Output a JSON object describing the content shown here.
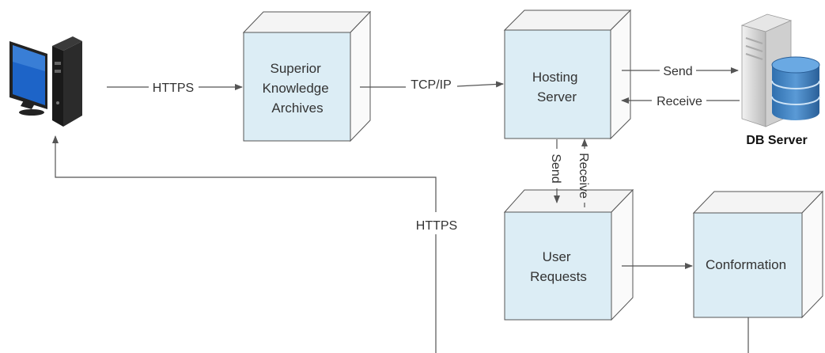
{
  "nodes": {
    "archives": {
      "lines": [
        "Superior",
        "Knowledge",
        "Archives"
      ]
    },
    "hosting": {
      "lines": [
        "Hosting",
        "Server"
      ]
    },
    "user_requests": {
      "lines": [
        "User",
        "Requests"
      ]
    },
    "conformation": {
      "lines": [
        "Conformation"
      ]
    },
    "db_server": {
      "label": "DB Server"
    },
    "client": {
      "icon": "desktop-computer-icon"
    }
  },
  "edges": {
    "client_to_archives": "HTTPS",
    "archives_to_hosting": "TCP/IP",
    "hosting_send_db": "Send",
    "db_receive_hosting": "Receive",
    "hosting_send_requests": "Send",
    "requests_receive_hosting": "Receive",
    "return_to_client": "HTTPS"
  },
  "colors": {
    "box_front": "#dcedf5",
    "box_side": "#f7f7f7",
    "stroke": "#555555",
    "monitor_screen": "#1d64c8",
    "db_blue": "#3c7fbf"
  }
}
